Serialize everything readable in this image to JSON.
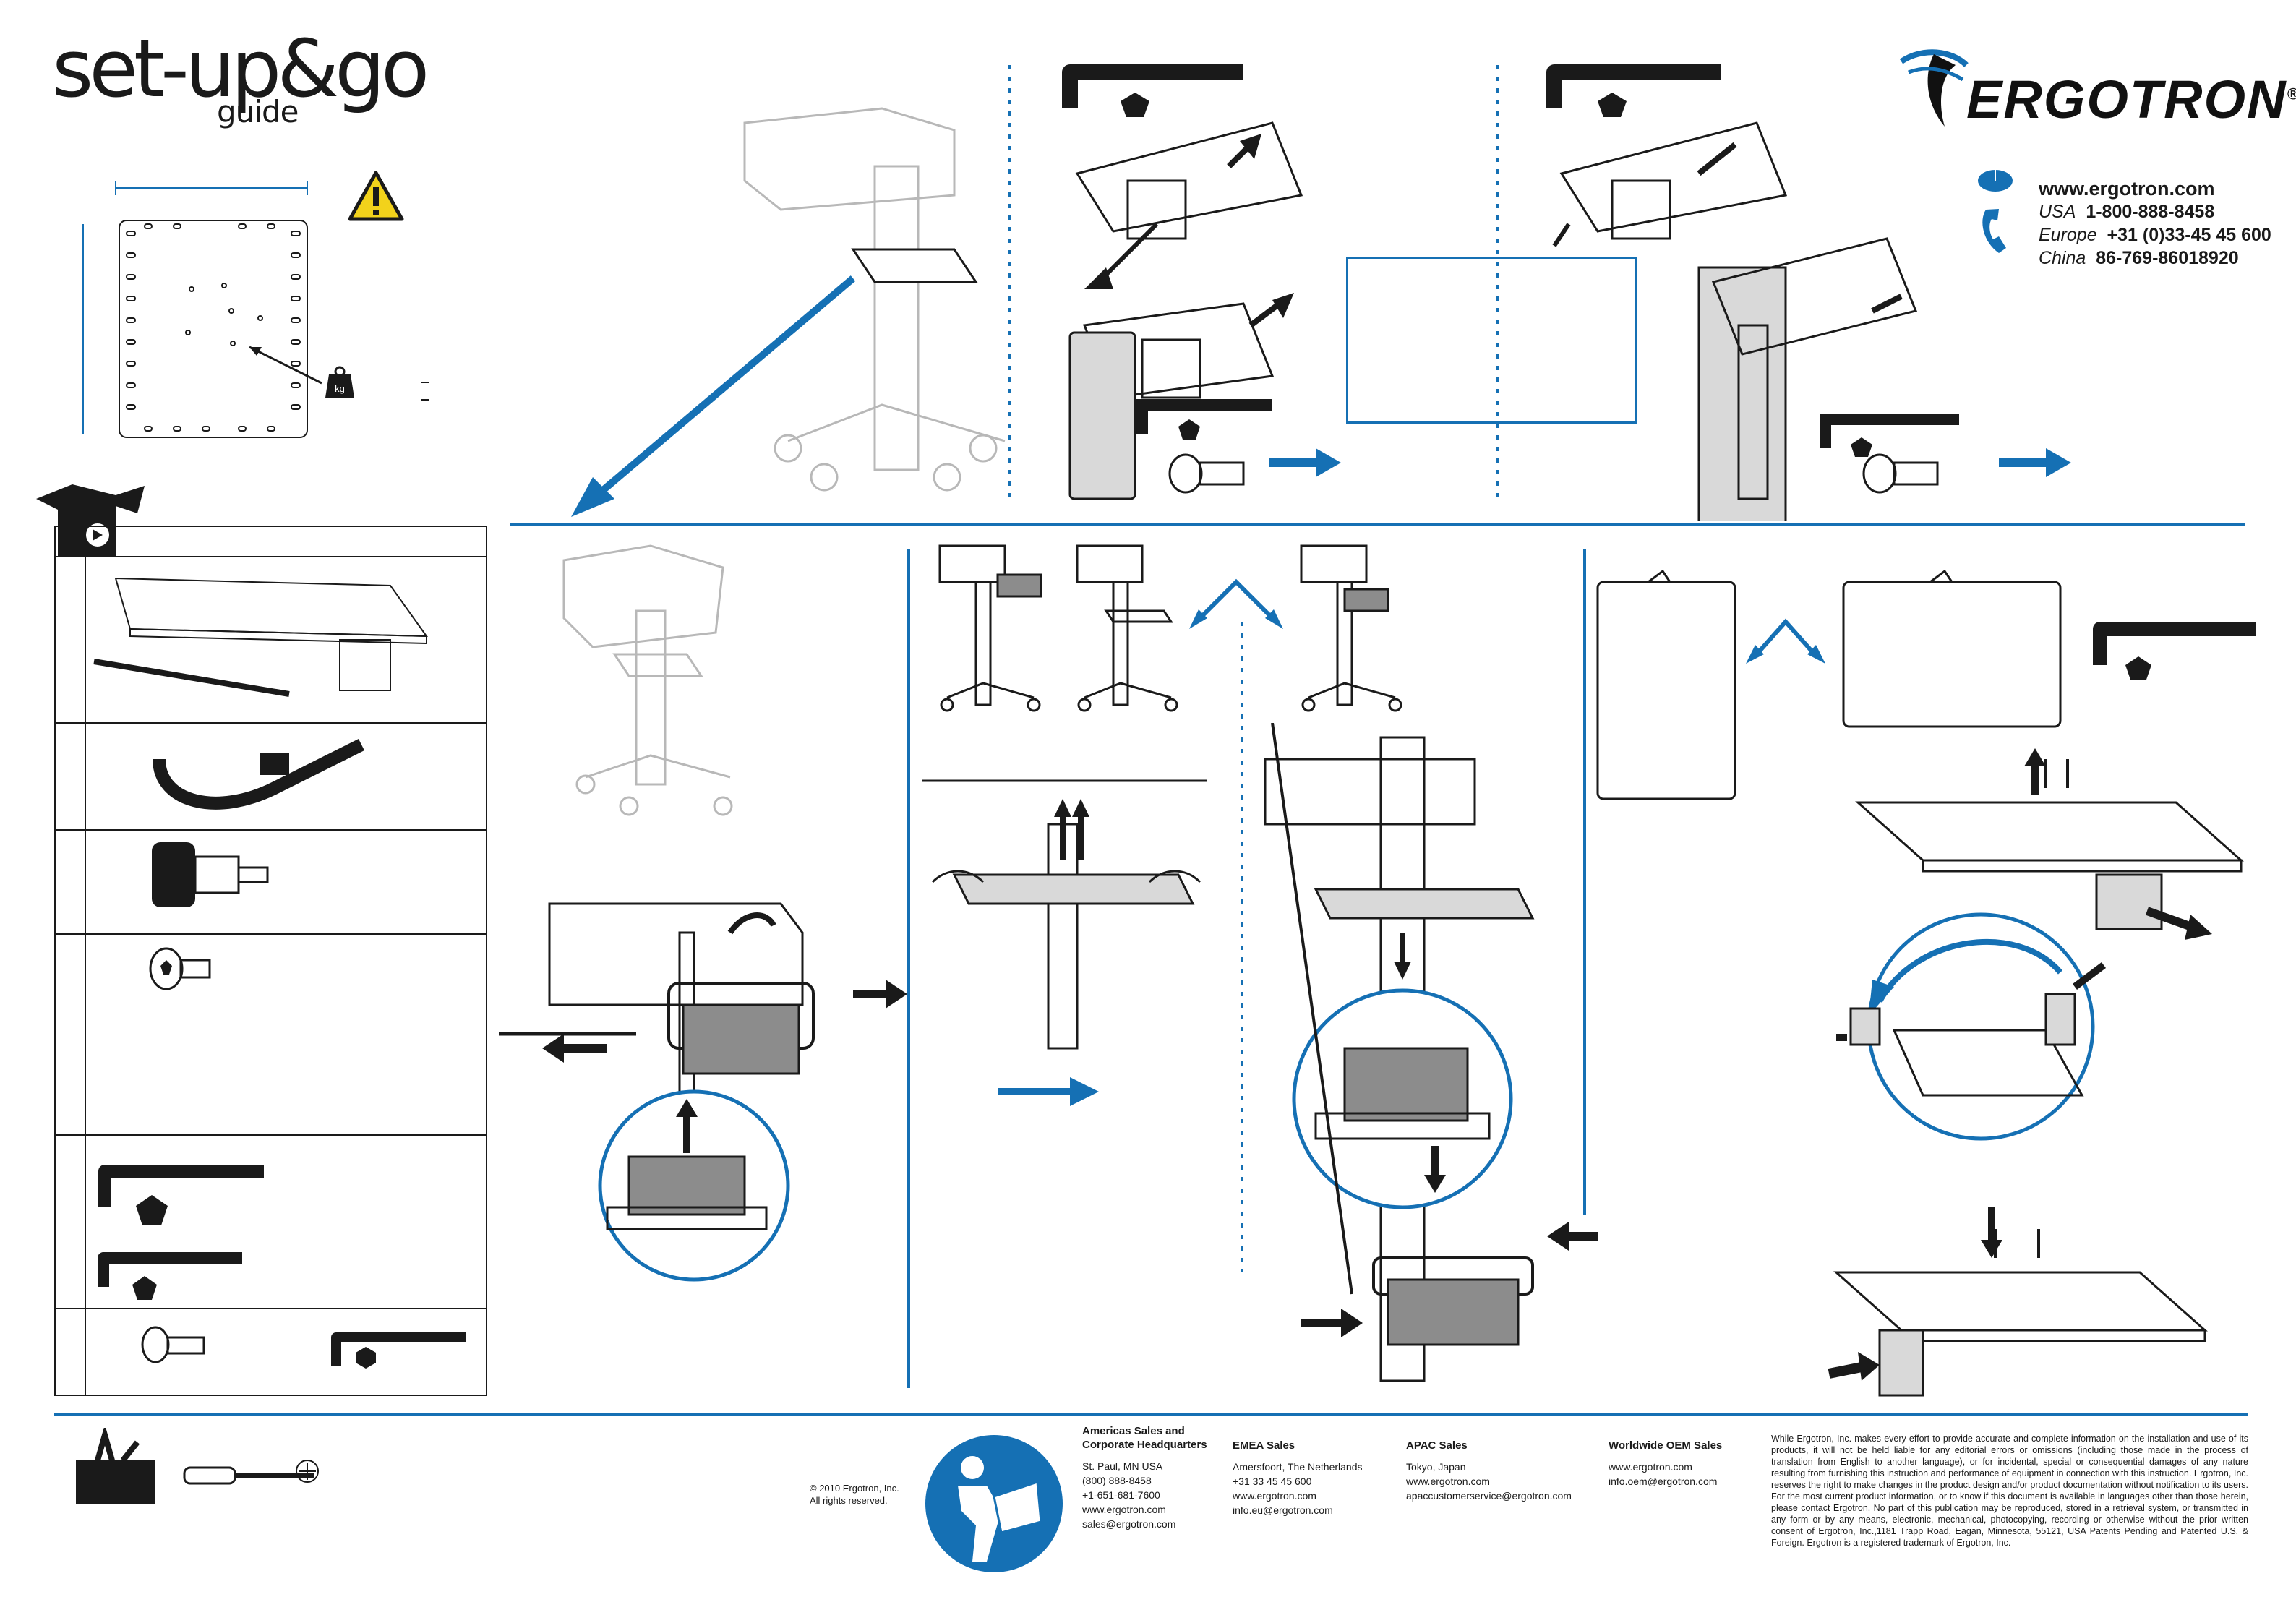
{
  "header": {
    "title": "set-up&go",
    "subtitle": "guide"
  },
  "brand": {
    "name": "ERGOTRON",
    "mark": "®",
    "color": "#0a5d9e"
  },
  "contact": {
    "website": "www.ergotron.com",
    "lines": [
      {
        "label": "USA",
        "value": "1-800-888-8458"
      },
      {
        "label": "Europe",
        "value": "+31 (0)33-45 45 600"
      },
      {
        "label": "China",
        "value": "86-769-86018920"
      }
    ]
  },
  "weight_icon_label": "kg",
  "footer": {
    "copyright_line1": "© 2010 Ergotron, Inc.",
    "copyright_line2": "All rights reserved.",
    "regions": [
      {
        "title_line1": "Americas Sales and",
        "title_line2": "Corporate Headquarters",
        "lines": [
          "St. Paul, MN USA",
          "(800) 888-8458",
          "+1-651-681-7600",
          "www.ergotron.com",
          "sales@ergotron.com"
        ]
      },
      {
        "title_line1": "EMEA Sales",
        "title_line2": "",
        "lines": [
          "Amersfoort, The Netherlands",
          "+31 33 45 45 600",
          "www.ergotron.com",
          "info.eu@ergotron.com"
        ]
      },
      {
        "title_line1": "APAC Sales",
        "title_line2": "",
        "lines": [
          "Tokyo, Japan",
          "www.ergotron.com",
          "apaccustomerservice@ergotron.com"
        ]
      },
      {
        "title_line1": "Worldwide OEM Sales",
        "title_line2": "",
        "lines": [
          "www.ergotron.com",
          "info.oem@ergotron.com"
        ]
      }
    ],
    "disclaimer": "While Ergotron, Inc. makes every effort to provide accurate and complete information on the installation and use of its products, it will not be held liable for any editorial errors or omissions (including those made in the process of translation from English to another language), or for incidental, special or consequential damages of any nature resulting from furnishing this instruction and performance of equipment in connection with this instruction. Ergotron, Inc. reserves the right to make changes in the product design and/or product documentation without notification to its users. For the most current product information, or to know if this document is available in languages other than those herein, please contact Ergotron. No part of this publication may be reproduced, stored in a retrieval system, or transmitted in any form or by any means, electronic, mechanical, photocopying, recording or otherwise without the prior written consent of Ergotron, Inc.,1181 Trapp Road, Eagan, Minnesota, 55121, USA Patents Pending and Patented U.S. & Foreign. Ergotron is a registered trademark of Ergotron, Inc."
  },
  "colors": {
    "accent": "#1570b4",
    "ink": "#1a1a1a",
    "ghost": "#b8b8b8",
    "warning": "#f2d21b"
  },
  "icons": [
    "warning-icon",
    "package-icon",
    "weight-icon",
    "hex-key-icon",
    "screw-icon",
    "screwdriver-icon",
    "toolbox-icon",
    "reading-manual-icon",
    "mouse-icon",
    "phone-icon",
    "pentagon-icon",
    "hexagon-icon"
  ]
}
